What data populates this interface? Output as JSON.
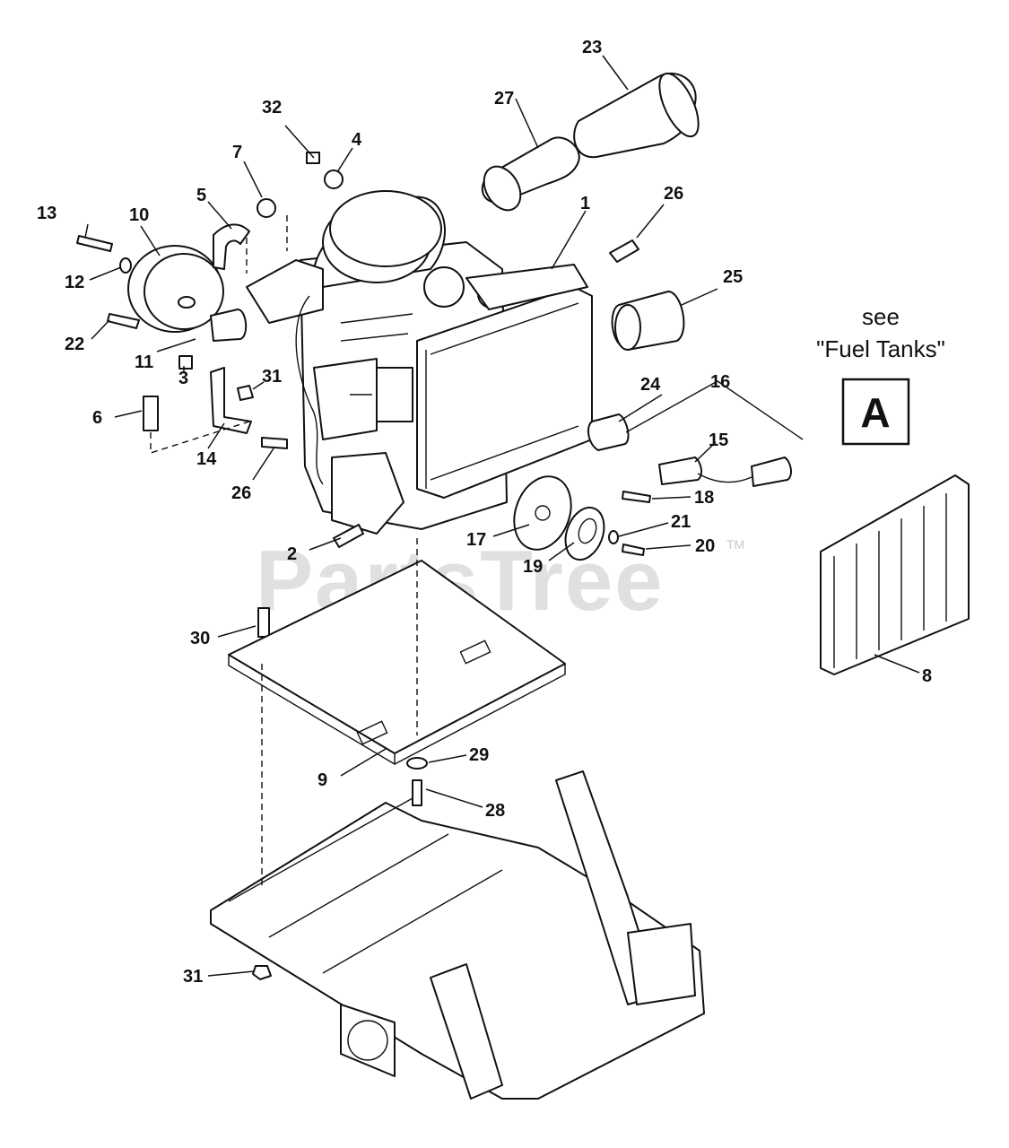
{
  "callouts": {
    "c1": "1",
    "c2": "2",
    "c3": "3",
    "c4": "4",
    "c5": "5",
    "c6": "6",
    "c7": "7",
    "c8": "8",
    "c9": "9",
    "c10": "10",
    "c11": "11",
    "c12": "12",
    "c13": "13",
    "c14": "14",
    "c15": "15",
    "c16": "16",
    "c17": "17",
    "c18": "18",
    "c19": "19",
    "c20": "20",
    "c21": "21",
    "c22": "22",
    "c23": "23",
    "c24": "24",
    "c25": "25",
    "c26a": "26",
    "c26b": "26",
    "c27": "27",
    "c28": "28",
    "c29": "29",
    "c30": "30",
    "c31a": "31",
    "c31b": "31",
    "c32": "32"
  },
  "note": {
    "see": "see",
    "ref": "\"Fuel Tanks\"",
    "box_letter": "A"
  },
  "watermark": {
    "text": "PartsTree",
    "tm": "TM"
  }
}
